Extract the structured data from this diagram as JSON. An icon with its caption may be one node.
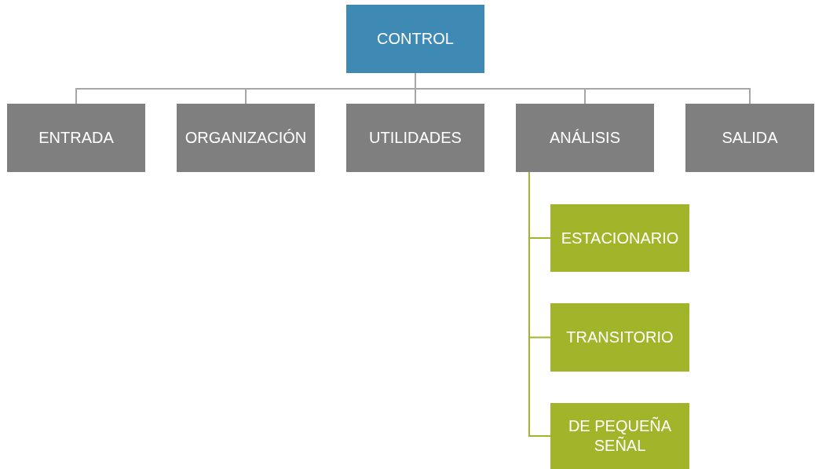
{
  "diagram": {
    "nodes": [
      {
        "text": [
          "CONTROL"
        ]
      },
      {
        "text": [
          "ENTRADA"
        ]
      },
      {
        "text": [
          "ORGANIZACIÓN"
        ]
      },
      {
        "text": [
          "UTILIDADES"
        ]
      },
      {
        "text": [
          "ANÁLISIS"
        ]
      },
      {
        "text": [
          "SALIDA"
        ]
      },
      {
        "text": [
          "ESTACIONARIO"
        ]
      },
      {
        "text": [
          "TRANSITORIO"
        ]
      },
      {
        "text": [
          "DE PEQUEÑA SEÑAL"
        ]
      }
    ],
    "edges": [
      {
        "from": 0,
        "to": 1,
        "arrow": "none"
      },
      {
        "from": 0,
        "to": 2,
        "arrow": "none"
      },
      {
        "from": 0,
        "to": 3,
        "arrow": "none"
      },
      {
        "from": 0,
        "to": 4,
        "arrow": "none"
      },
      {
        "from": 0,
        "to": 5,
        "arrow": "none"
      },
      {
        "from": 4,
        "to": 6,
        "arrow": "none",
        "color": "#a2b52a"
      },
      {
        "from": 4,
        "to": 7,
        "arrow": "none",
        "color": "#a2b52a"
      },
      {
        "from": 4,
        "to": 8,
        "arrow": "none",
        "color": "#a2b52a"
      }
    ]
  }
}
